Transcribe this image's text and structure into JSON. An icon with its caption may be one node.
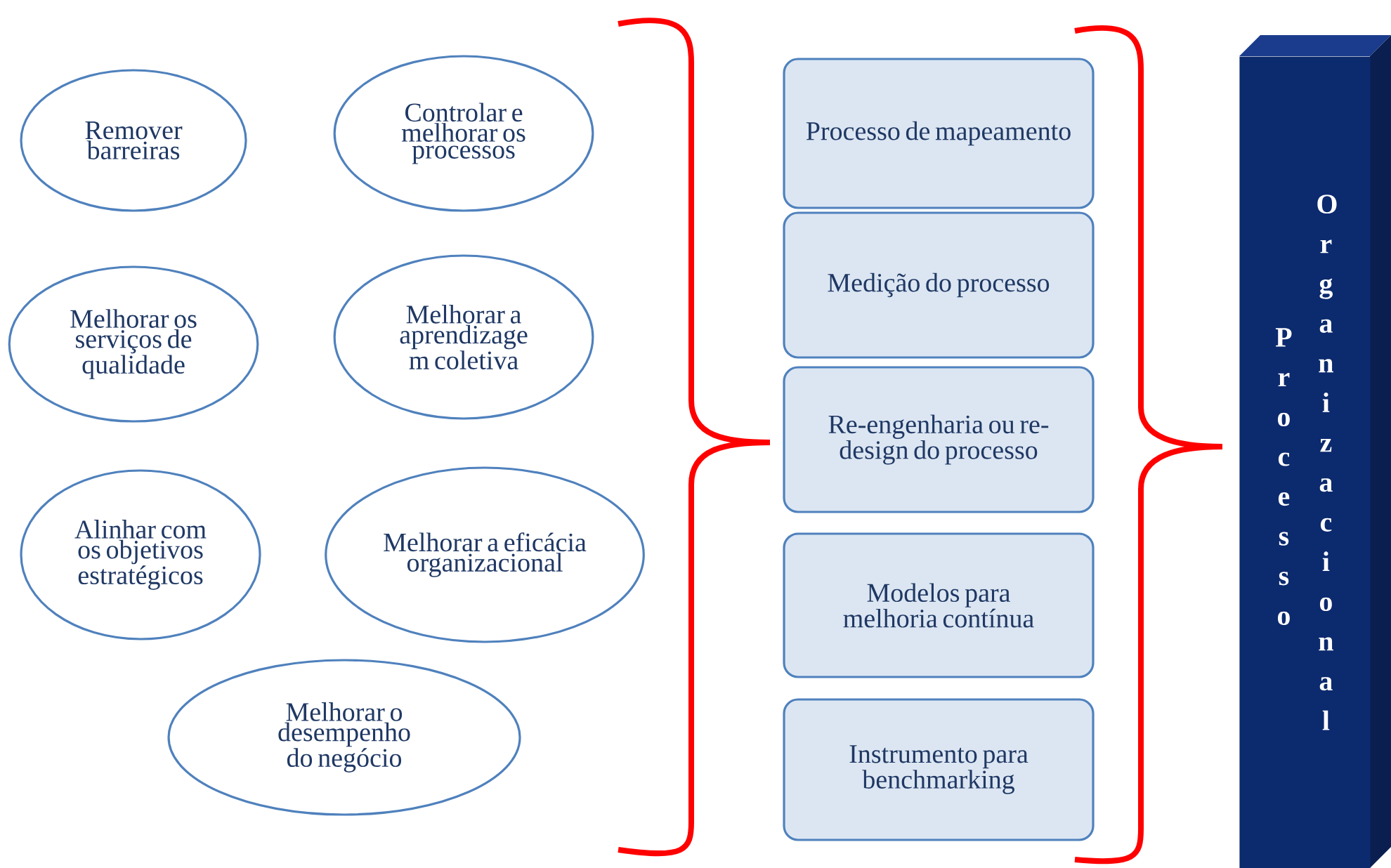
{
  "diagram": {
    "nodes": [
      {
        "text": [
          "Remover barreiras"
        ]
      },
      {
        "text": [
          "Controlar e melhorar os processos"
        ]
      },
      {
        "text": [
          "Melhorar  os serviços de qualidade"
        ]
      },
      {
        "text": [
          "Melhorar a aprendizage m coletiva"
        ]
      },
      {
        "text": [
          "Alinhar com os objetivos estratégicos"
        ]
      },
      {
        "text": [
          "Melhorar a eficácia organizacional"
        ]
      },
      {
        "text": [
          "Melhorar o desempenho do negócio"
        ]
      },
      {
        "text": [
          "Processo de mapeamento"
        ]
      },
      {
        "text": [
          "Medição do processo"
        ]
      },
      {
        "text": [
          "Re-engenharia ou re-design do processo"
        ]
      },
      {
        "text": [
          "Modelos para melhoria contínua"
        ]
      },
      {
        "text": [
          "Instrumento para benchmarking"
        ]
      },
      {
        "text": [
          "Processo",
          "Organizacional"
        ]
      }
    ]
  }
}
